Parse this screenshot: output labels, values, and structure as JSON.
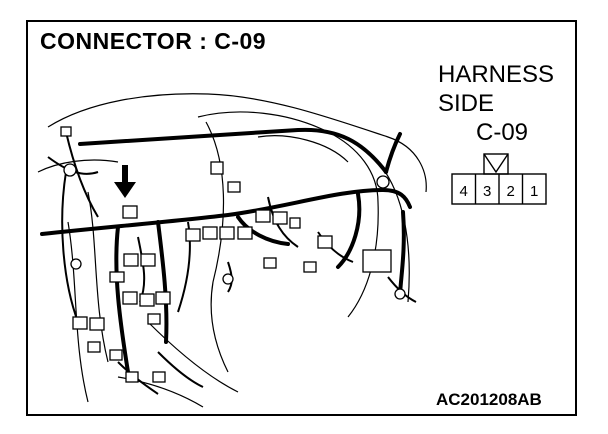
{
  "title": "CONNECTOR : C-09",
  "harness": {
    "line1": "HARNESS",
    "line2": "SIDE",
    "connector_id": "C-09"
  },
  "connector_pins": [
    "4",
    "3",
    "2",
    "1"
  ],
  "figure_code": "AC201208AB"
}
